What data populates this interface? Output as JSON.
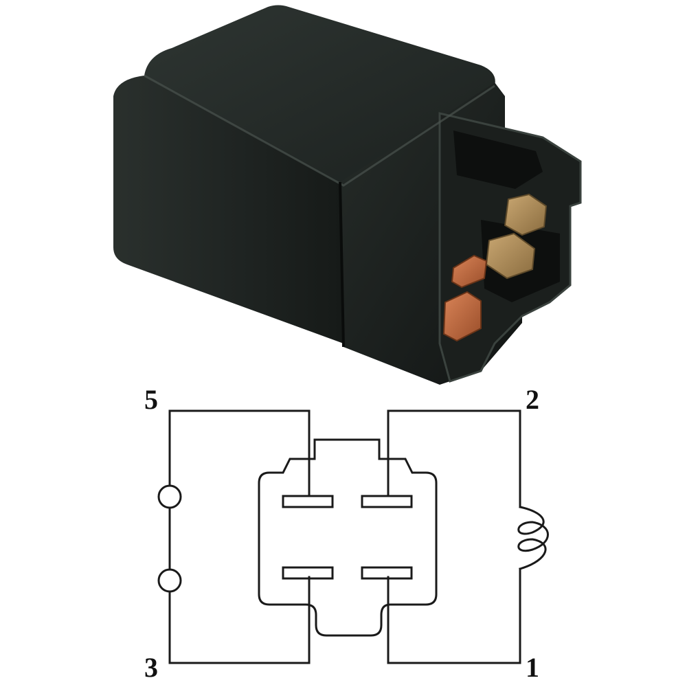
{
  "photo": {
    "subject": "relay",
    "housing_color": "#1f2422",
    "terminal_colors": [
      "#b08b5a",
      "#c46a3c"
    ]
  },
  "diagram": {
    "line_color": "#1a1a1a",
    "pins": {
      "five": "5",
      "two": "2",
      "three": "3",
      "one": "1"
    }
  }
}
